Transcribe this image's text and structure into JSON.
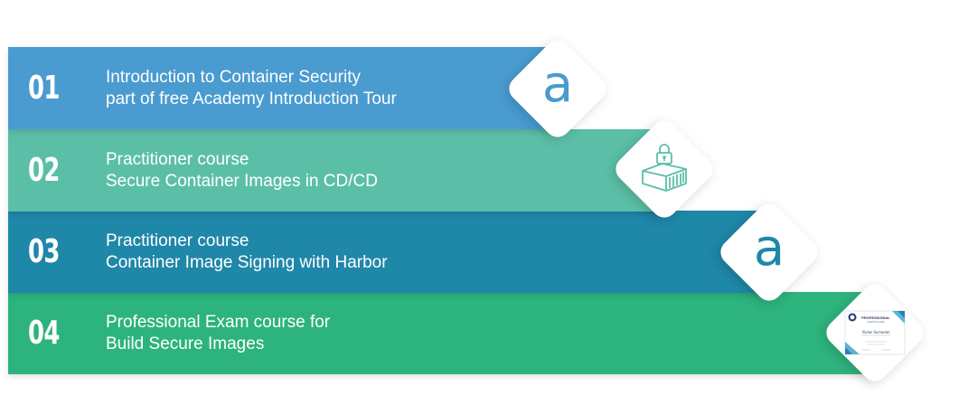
{
  "steps": [
    {
      "number": "01",
      "line1": "Introduction to Container Security",
      "line2": "part of free Academy Introduction Tour",
      "color": "#4a9bd0",
      "icon": "academy-logo-icon",
      "icon_color": "#4a9bd0"
    },
    {
      "number": "02",
      "line1": "Practitioner course",
      "line2": "Secure Container Images in CD/CD",
      "color": "#5bbfa8",
      "icon": "locked-container-icon",
      "icon_color": "#5bbfa8"
    },
    {
      "number": "03",
      "line1": "Practitioner course",
      "line2": "Container Image Signing with Harbor",
      "color": "#1f87a8",
      "icon": "academy-logo-icon",
      "icon_color": "#1f87a8"
    },
    {
      "number": "04",
      "line1": "Professional Exam course for",
      "line2": "Build Secure Images",
      "color": "#2db37d",
      "icon": "certificate-icon",
      "icon_color": "#5bb3d8"
    }
  ],
  "certificate": {
    "title": "PROFESSIONAL",
    "subtitle": "CERTIFICATE",
    "name": "Name Surname"
  },
  "academy_glyph": "a"
}
